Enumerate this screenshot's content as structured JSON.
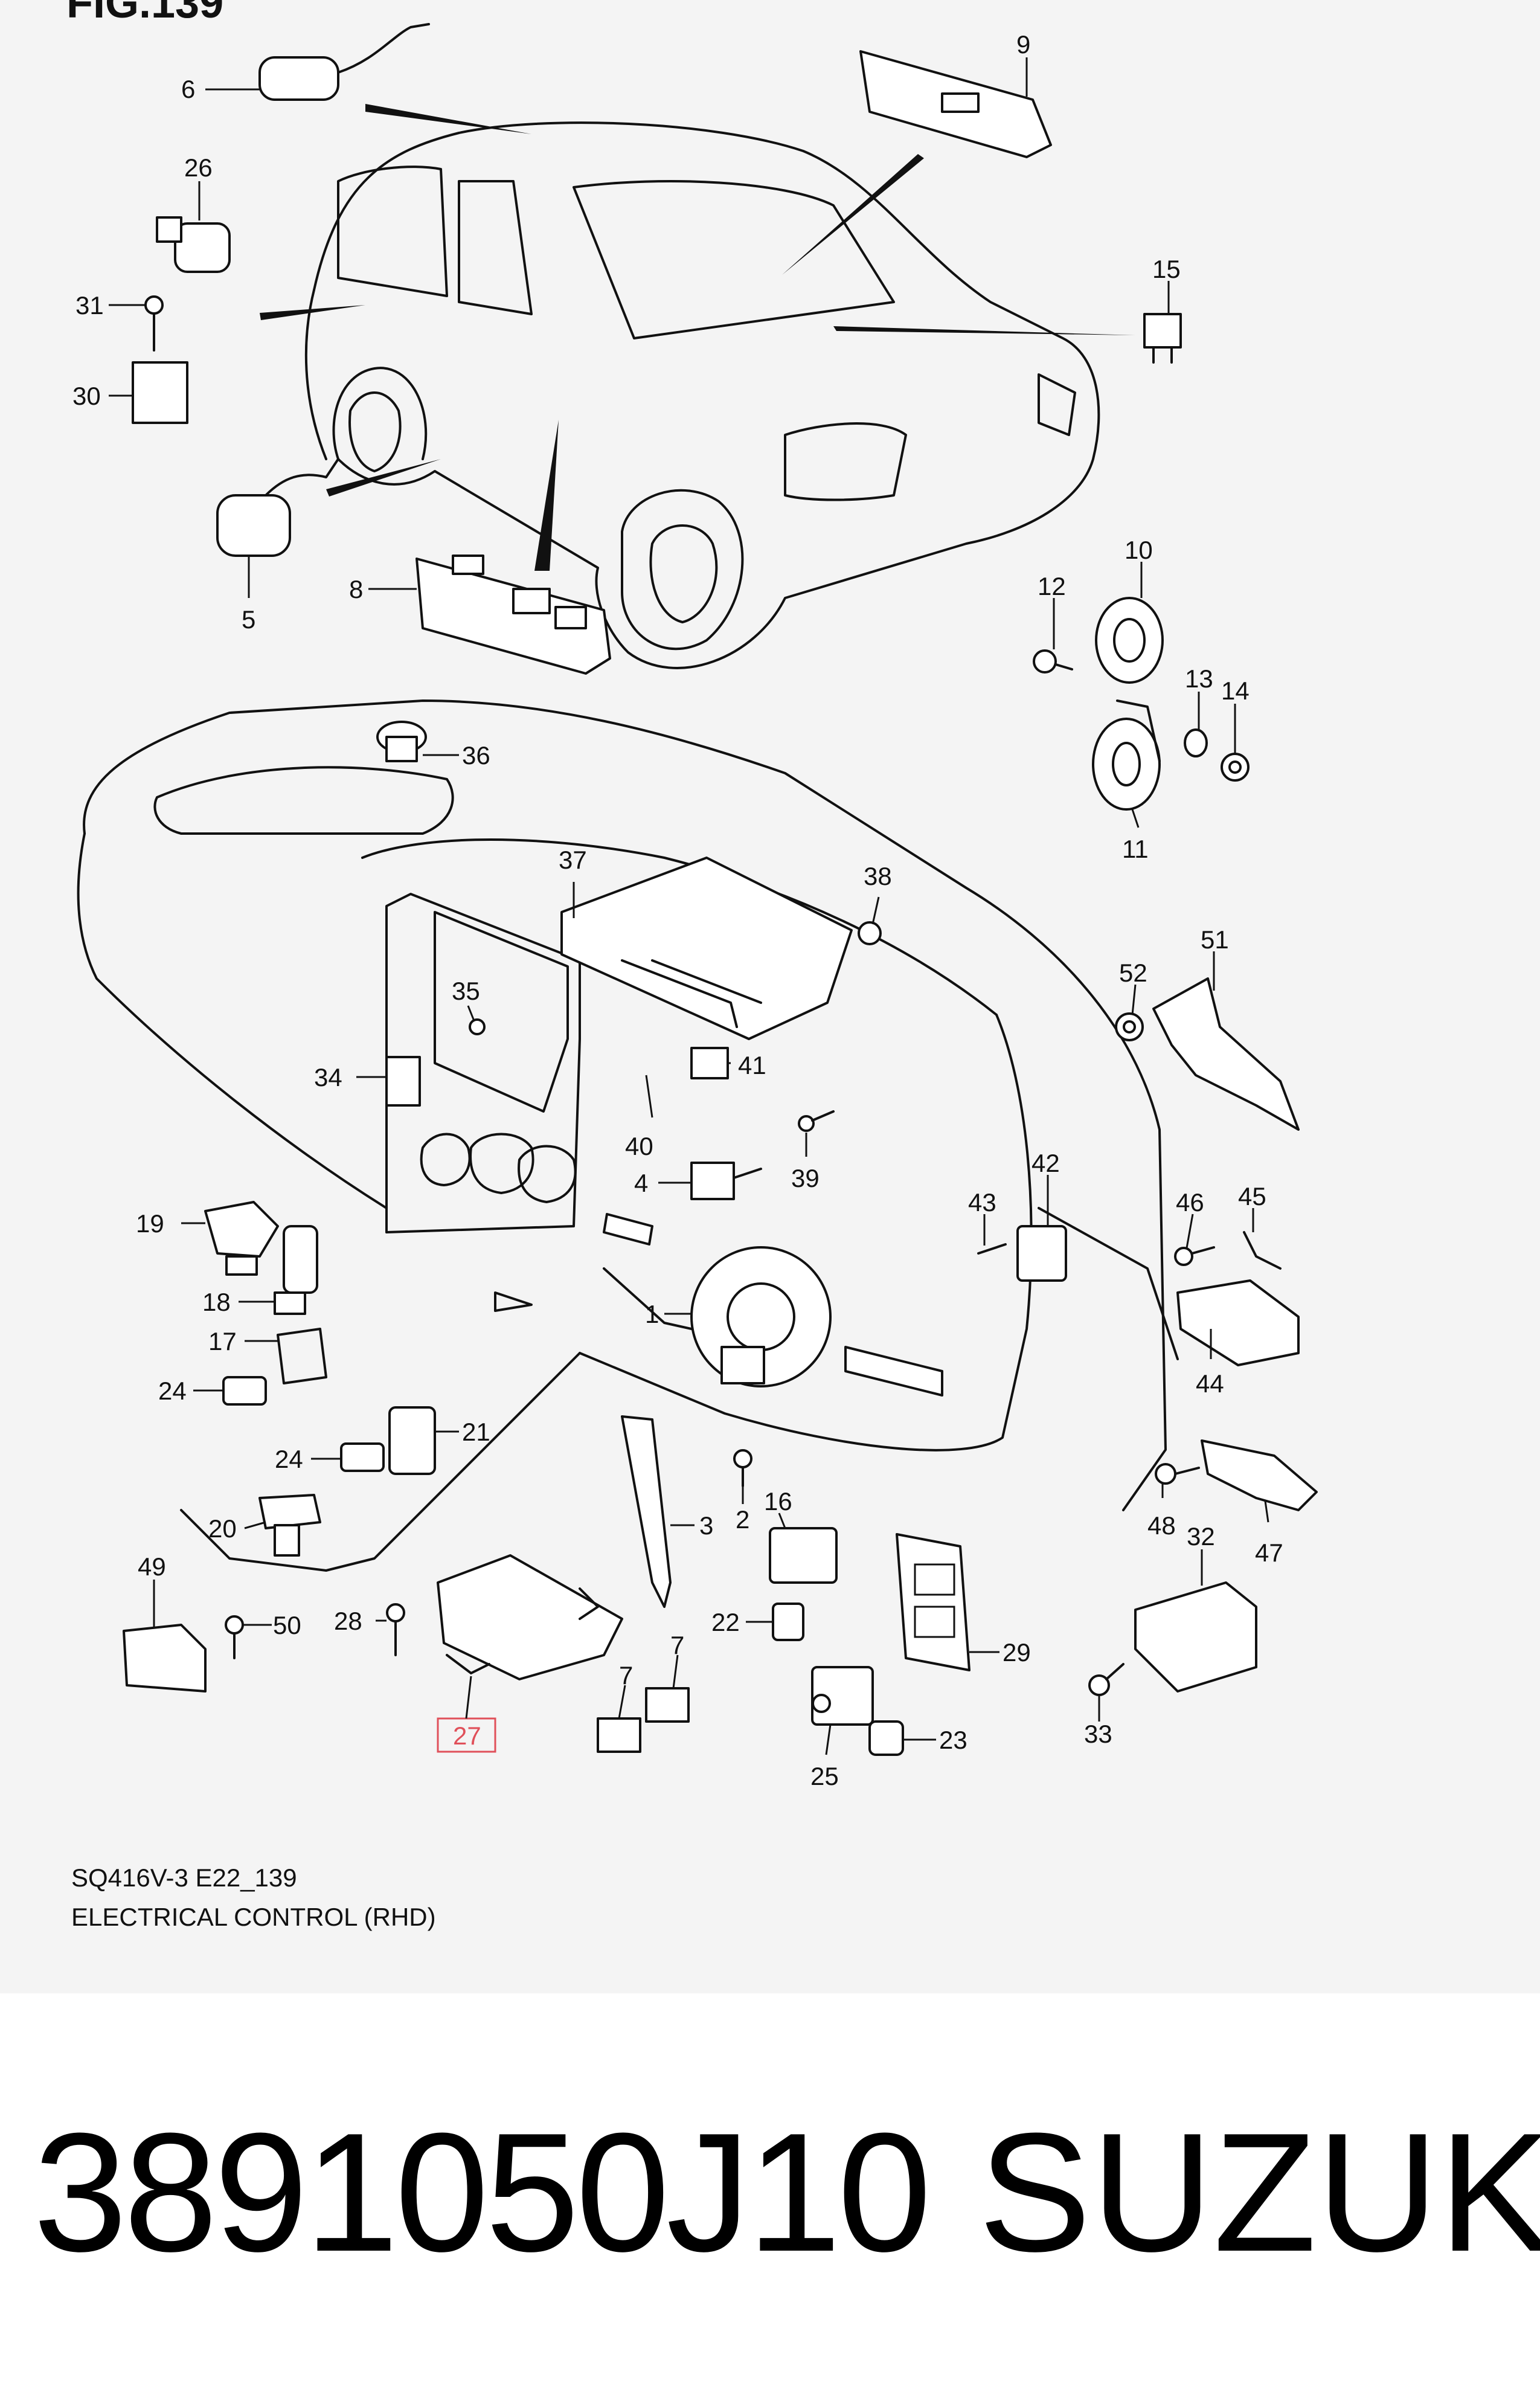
{
  "figure": {
    "title": "FIG.139",
    "code": "SQ416V-3 E22_139",
    "name": "ELECTRICAL CONTROL (RHD)"
  },
  "callouts": [
    "1",
    "2",
    "3",
    "4",
    "5",
    "6",
    "7",
    "7",
    "8",
    "9",
    "10",
    "11",
    "12",
    "13",
    "14",
    "15",
    "16",
    "17",
    "18",
    "19",
    "20",
    "21",
    "22",
    "23",
    "24",
    "24",
    "25",
    "26",
    "27",
    "28",
    "29",
    "30",
    "31",
    "32",
    "33",
    "34",
    "35",
    "36",
    "37",
    "38",
    "39",
    "40",
    "41",
    "42",
    "43",
    "44",
    "45",
    "46",
    "47",
    "48",
    "49",
    "50",
    "51",
    "52"
  ],
  "highlighted_callout": "27",
  "part_number": "3891050J10",
  "brand": "SUZUKI",
  "colors": {
    "highlight": "#e0505a",
    "background": "#f4f4f4",
    "ink": "#111111"
  }
}
